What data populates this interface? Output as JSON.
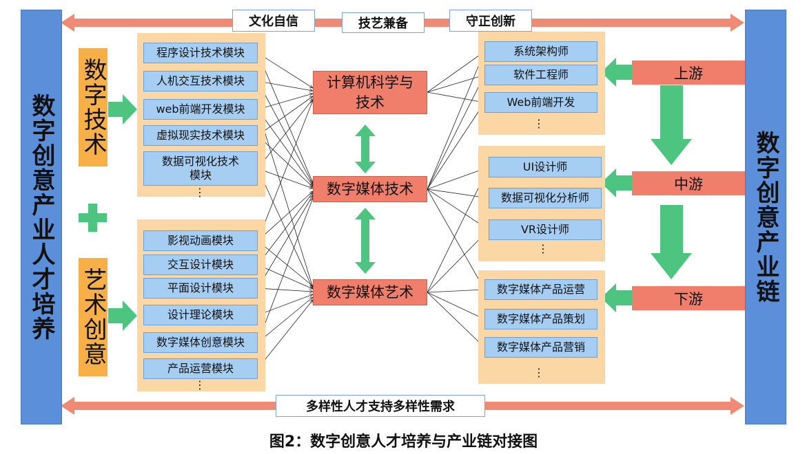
{
  "left_bar": "数字创意产业人才培养",
  "right_bar": "数字创意产业链",
  "top_tags": [
    "文化自信",
    "技艺兼备",
    "守正创新"
  ],
  "bottom_tag": "多样性人才支持多样性需求",
  "digital_tech_label": "数字技术",
  "art_label": "艺术创意",
  "tech_modules": [
    "程序设计技术模块",
    "人机交互技术模块",
    "web前端开发模块",
    "虚拟现实技术模块",
    "数据可视化技术\n模块"
  ],
  "art_modules": [
    "影视动画模块",
    "交互设计模块",
    "平面设计模块",
    "设计理论模块",
    "数字媒体创意模块",
    "产品运营模块"
  ],
  "core": [
    "计算机科学与\n技术",
    "数字媒体技术",
    "数字媒体艺术"
  ],
  "up_roles": [
    "系统架构师",
    "软件工程师",
    "Web前端开发"
  ],
  "mid_roles": [
    "UI设计师",
    "数据可视化分析师",
    "VR设计师"
  ],
  "down_roles": [
    "数字媒体产品运营",
    "数字媒体产品策划",
    "数字媒体产品营销"
  ],
  "streams": [
    "上游",
    "中游",
    "下游"
  ],
  "ellipsis": "⋮",
  "caption": "图2：数字创意人才培养与产业链对接图",
  "colors": {
    "blue_bar": "#5b8fd9",
    "salmon": "#ef7f6a",
    "orange": "#f7b047",
    "panel": "#fcd7a6",
    "module": "#a6cdf2",
    "green": "#4dc47f"
  }
}
